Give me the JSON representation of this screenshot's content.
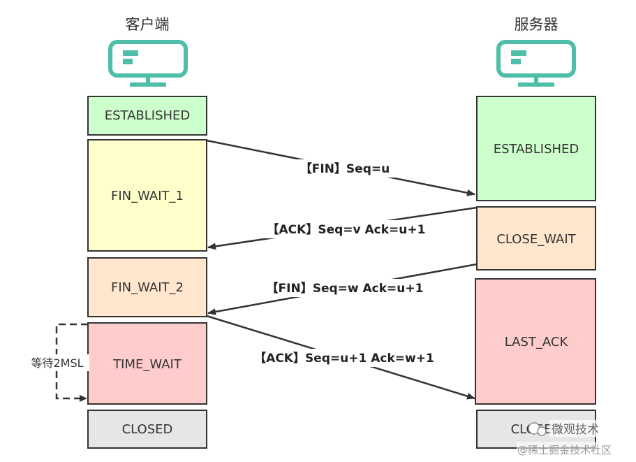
{
  "client": {
    "title": "客户端",
    "icon": "monitor-icon"
  },
  "server": {
    "title": "服务器",
    "icon": "monitor-icon"
  },
  "client_states": [
    {
      "label": "ESTABLISHED",
      "color": "#ccffcc"
    },
    {
      "label": "FIN_WAIT_1",
      "color": "#ffffcc"
    },
    {
      "label": "FIN_WAIT_2",
      "color": "#ffe6cc"
    },
    {
      "label": "TIME_WAIT",
      "color": "#ffcccc"
    },
    {
      "label": "CLOSED",
      "color": "#e6e6e6"
    }
  ],
  "server_states": [
    {
      "label": "ESTABLISHED",
      "color": "#ccffcc"
    },
    {
      "label": "CLOSE_WAIT",
      "color": "#ffe6cc"
    },
    {
      "label": "LAST_ACK",
      "color": "#ffcccc"
    },
    {
      "label": "CLOSED",
      "color": "#e6e6e6"
    }
  ],
  "messages": [
    {
      "label": "【FIN】Seq=u"
    },
    {
      "label": "【ACK】Seq=v Ack=u+1"
    },
    {
      "label": "【FIN】Seq=w Ack=u+1"
    },
    {
      "label": "【ACK】Seq=u+1 Ack=w+1"
    }
  ],
  "wait_label": "等待2MSL",
  "watermark": {
    "main": "微观技术",
    "sub": "@稀土掘金技术社区"
  },
  "colors": {
    "icon": "#4dbfa8",
    "border": "#333333",
    "arrow": "#333333"
  }
}
